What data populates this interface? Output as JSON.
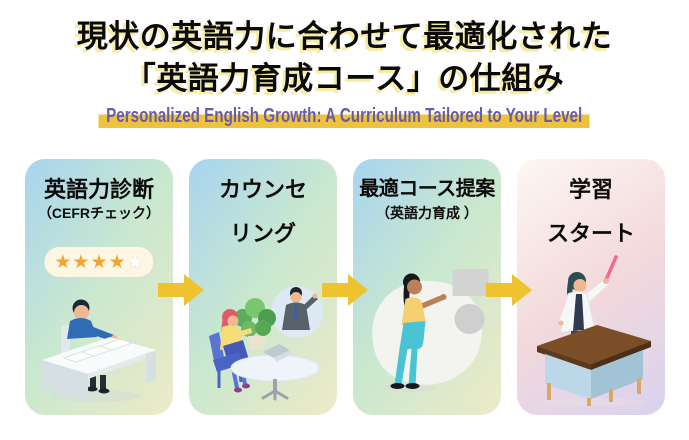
{
  "header": {
    "title_line1": "現状の英語力に合わせて最適化された",
    "title_line2": "「英語力育成コース」の仕組み",
    "subtitle": "Personalized English Growth: A Curriculum Tailored to Your Level"
  },
  "colors": {
    "arrow": "#efc32f",
    "title_glow": "#f7eca6",
    "subtitle_text": "#675da6",
    "subtitle_highlight": "#efc23d",
    "star_filled": "#f2a431",
    "star_empty": "#ffffff",
    "card_cool_gradient": [
      "#a8d4f0",
      "#c9e8cf",
      "#edeac7"
    ],
    "card_warm_gradient": [
      "#fdf7f3",
      "#f3d9dc",
      "#d8d2f0"
    ]
  },
  "steps": [
    {
      "title_line1": "英語力診断",
      "title_line2": "",
      "note": "（CEFRチェック）",
      "illustration": "person-at-desk-with-papers",
      "rating_filled": 4,
      "rating_total": 5
    },
    {
      "title_line1": "カウンセ",
      "title_line2": "リング",
      "note": "",
      "illustration": "counseling-meeting-at-table"
    },
    {
      "title_line1": "最適コース提案",
      "title_line2": "",
      "note": "（英語力育成 ）",
      "illustration": "woman-presenting-proposal"
    },
    {
      "title_line1": "学習",
      "title_line2": "スタート",
      "note": "",
      "illustration": "teacher-at-lectern-desk"
    }
  ]
}
